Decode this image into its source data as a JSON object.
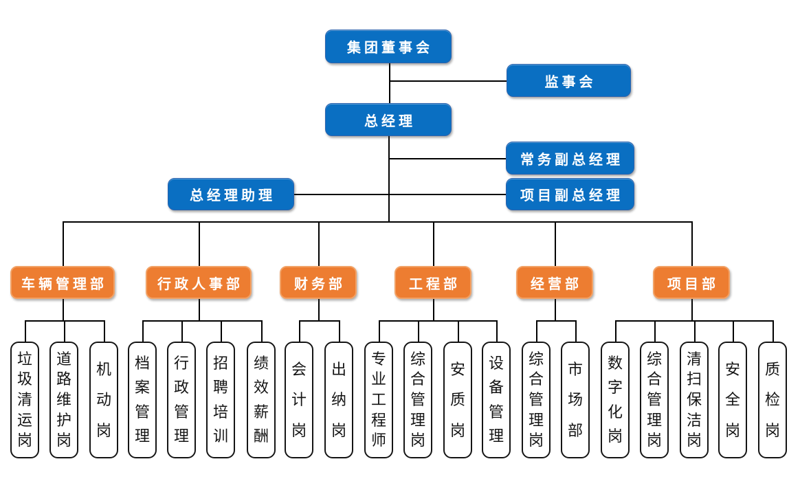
{
  "diagram": {
    "type": "org-chart",
    "colors": {
      "executive_fill": "#0a6fc2",
      "department_fill": "#ed7d31",
      "position_border": "#141414",
      "connector": "#000000",
      "background": "#ffffff"
    },
    "executives": {
      "board": "集团董事会",
      "supervisory": "监事会",
      "general_manager": "总经理",
      "executive_deputy_gm": "常务副总经理",
      "gm_assistant": "总经理助理",
      "project_deputy_gm": "项目副总经理"
    },
    "departments": [
      {
        "name": "车辆管理部",
        "positions": [
          "垃圾清运岗",
          "道路维护岗",
          "机动岗"
        ]
      },
      {
        "name": "行政人事部",
        "positions": [
          "档案管理",
          "行政管理",
          "招聘培训",
          "绩效薪酬"
        ]
      },
      {
        "name": "财务部",
        "positions": [
          "会计岗",
          "出纳岗"
        ]
      },
      {
        "name": "工程部",
        "positions": [
          "专业工程师",
          "综合管理岗",
          "安质岗",
          "设备管理"
        ]
      },
      {
        "name": "经营部",
        "positions": [
          "综合管理岗",
          "市场部"
        ]
      },
      {
        "name": "项目部",
        "positions": [
          "数字化岗",
          "综合管理岗",
          "清扫保洁岗",
          "安全岗",
          "质检岗"
        ]
      }
    ]
  }
}
